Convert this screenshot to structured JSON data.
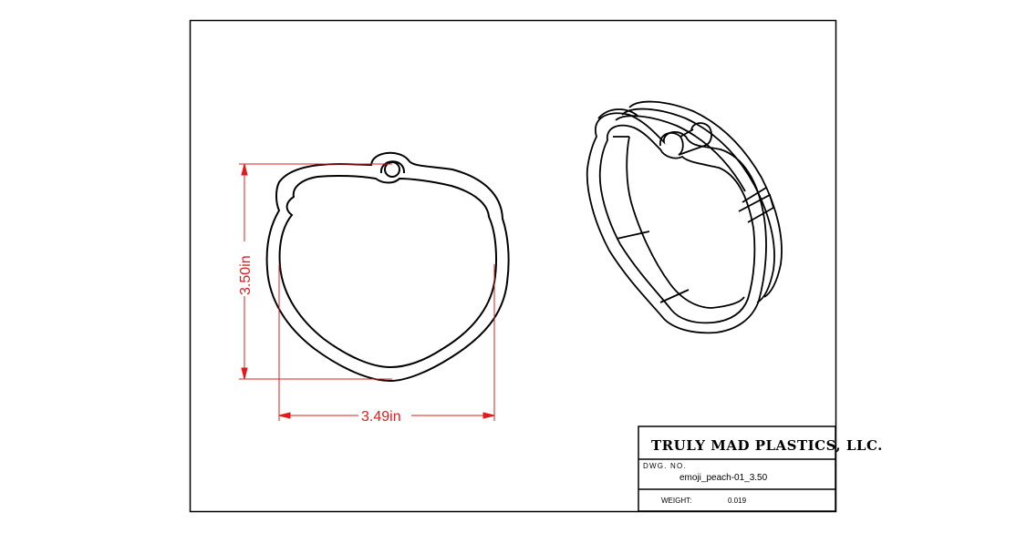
{
  "drawing": {
    "dimensions": {
      "height_label": "3.50in",
      "width_label": "3.49in",
      "color": "#e01b1b"
    },
    "title_block": {
      "company": "TRULY MAD PLASTICS, LLC.",
      "dwg_no_label": "DWG. NO.",
      "dwg_no_value": "emoji_peach-01_3.50",
      "weight_label": "WEIGHT:",
      "weight_value": "0.019"
    },
    "line_color": "#000000"
  }
}
